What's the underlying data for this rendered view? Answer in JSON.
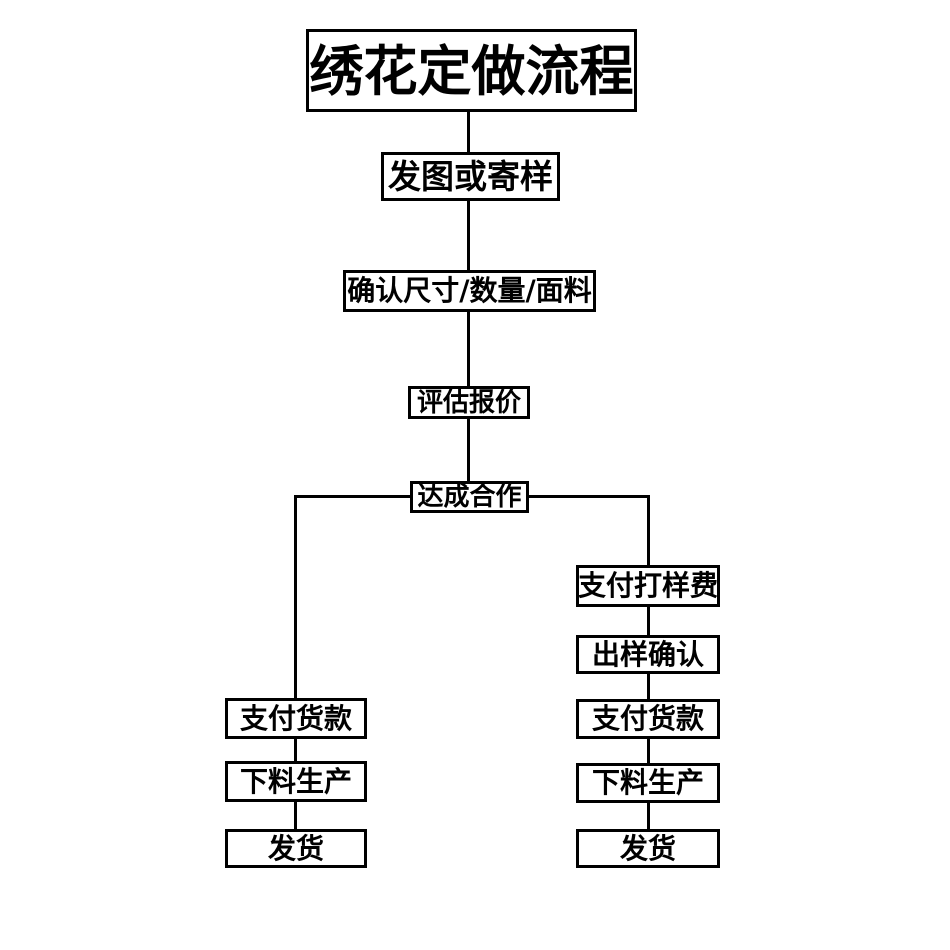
{
  "diagram": {
    "title": "绣花定做流程",
    "nodes": {
      "send_sample": "发图或寄样",
      "confirm_specs": "确认尺寸/数量/面料",
      "quote": "评估报价",
      "deal": "达成合作",
      "left_branch": {
        "pay_goods": "支付货款",
        "production": "下料生产",
        "ship": "发货"
      },
      "right_branch": {
        "pay_sample_fee": "支付打样费",
        "sample_confirm": "出样确认",
        "pay_goods": "支付货款",
        "production": "下料生产",
        "ship": "发货"
      }
    },
    "colors": {
      "border": "#000000",
      "background": "#ffffff",
      "text": "#000000"
    }
  }
}
